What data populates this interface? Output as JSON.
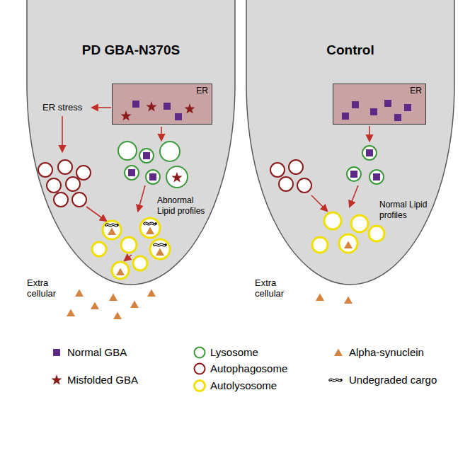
{
  "diagram": {
    "nodes": [
      {
        "text": [
          "PD GBA-N370S"
        ]
      },
      {
        "text": [
          "ER"
        ],
        "in": 0
      },
      {
        "text": [
          "Control"
        ]
      },
      {
        "text": [
          "ER"
        ],
        "in": 2
      }
    ],
    "labels": [
      "ER stress",
      "Abnormal Lipid profiles",
      "Extra cellular",
      "Normal Lipid profiles",
      "Extra cellular"
    ],
    "legend": [
      {
        "text": "Normal GBA"
      },
      {
        "text": "Misfolded GBA"
      },
      {
        "text": "Lysosome"
      },
      {
        "text": "Autophagosome"
      },
      {
        "text": "Autolysosome"
      },
      {
        "text": "Alpha-synuclein"
      },
      {
        "text": "Undegraded cargo"
      }
    ]
  }
}
